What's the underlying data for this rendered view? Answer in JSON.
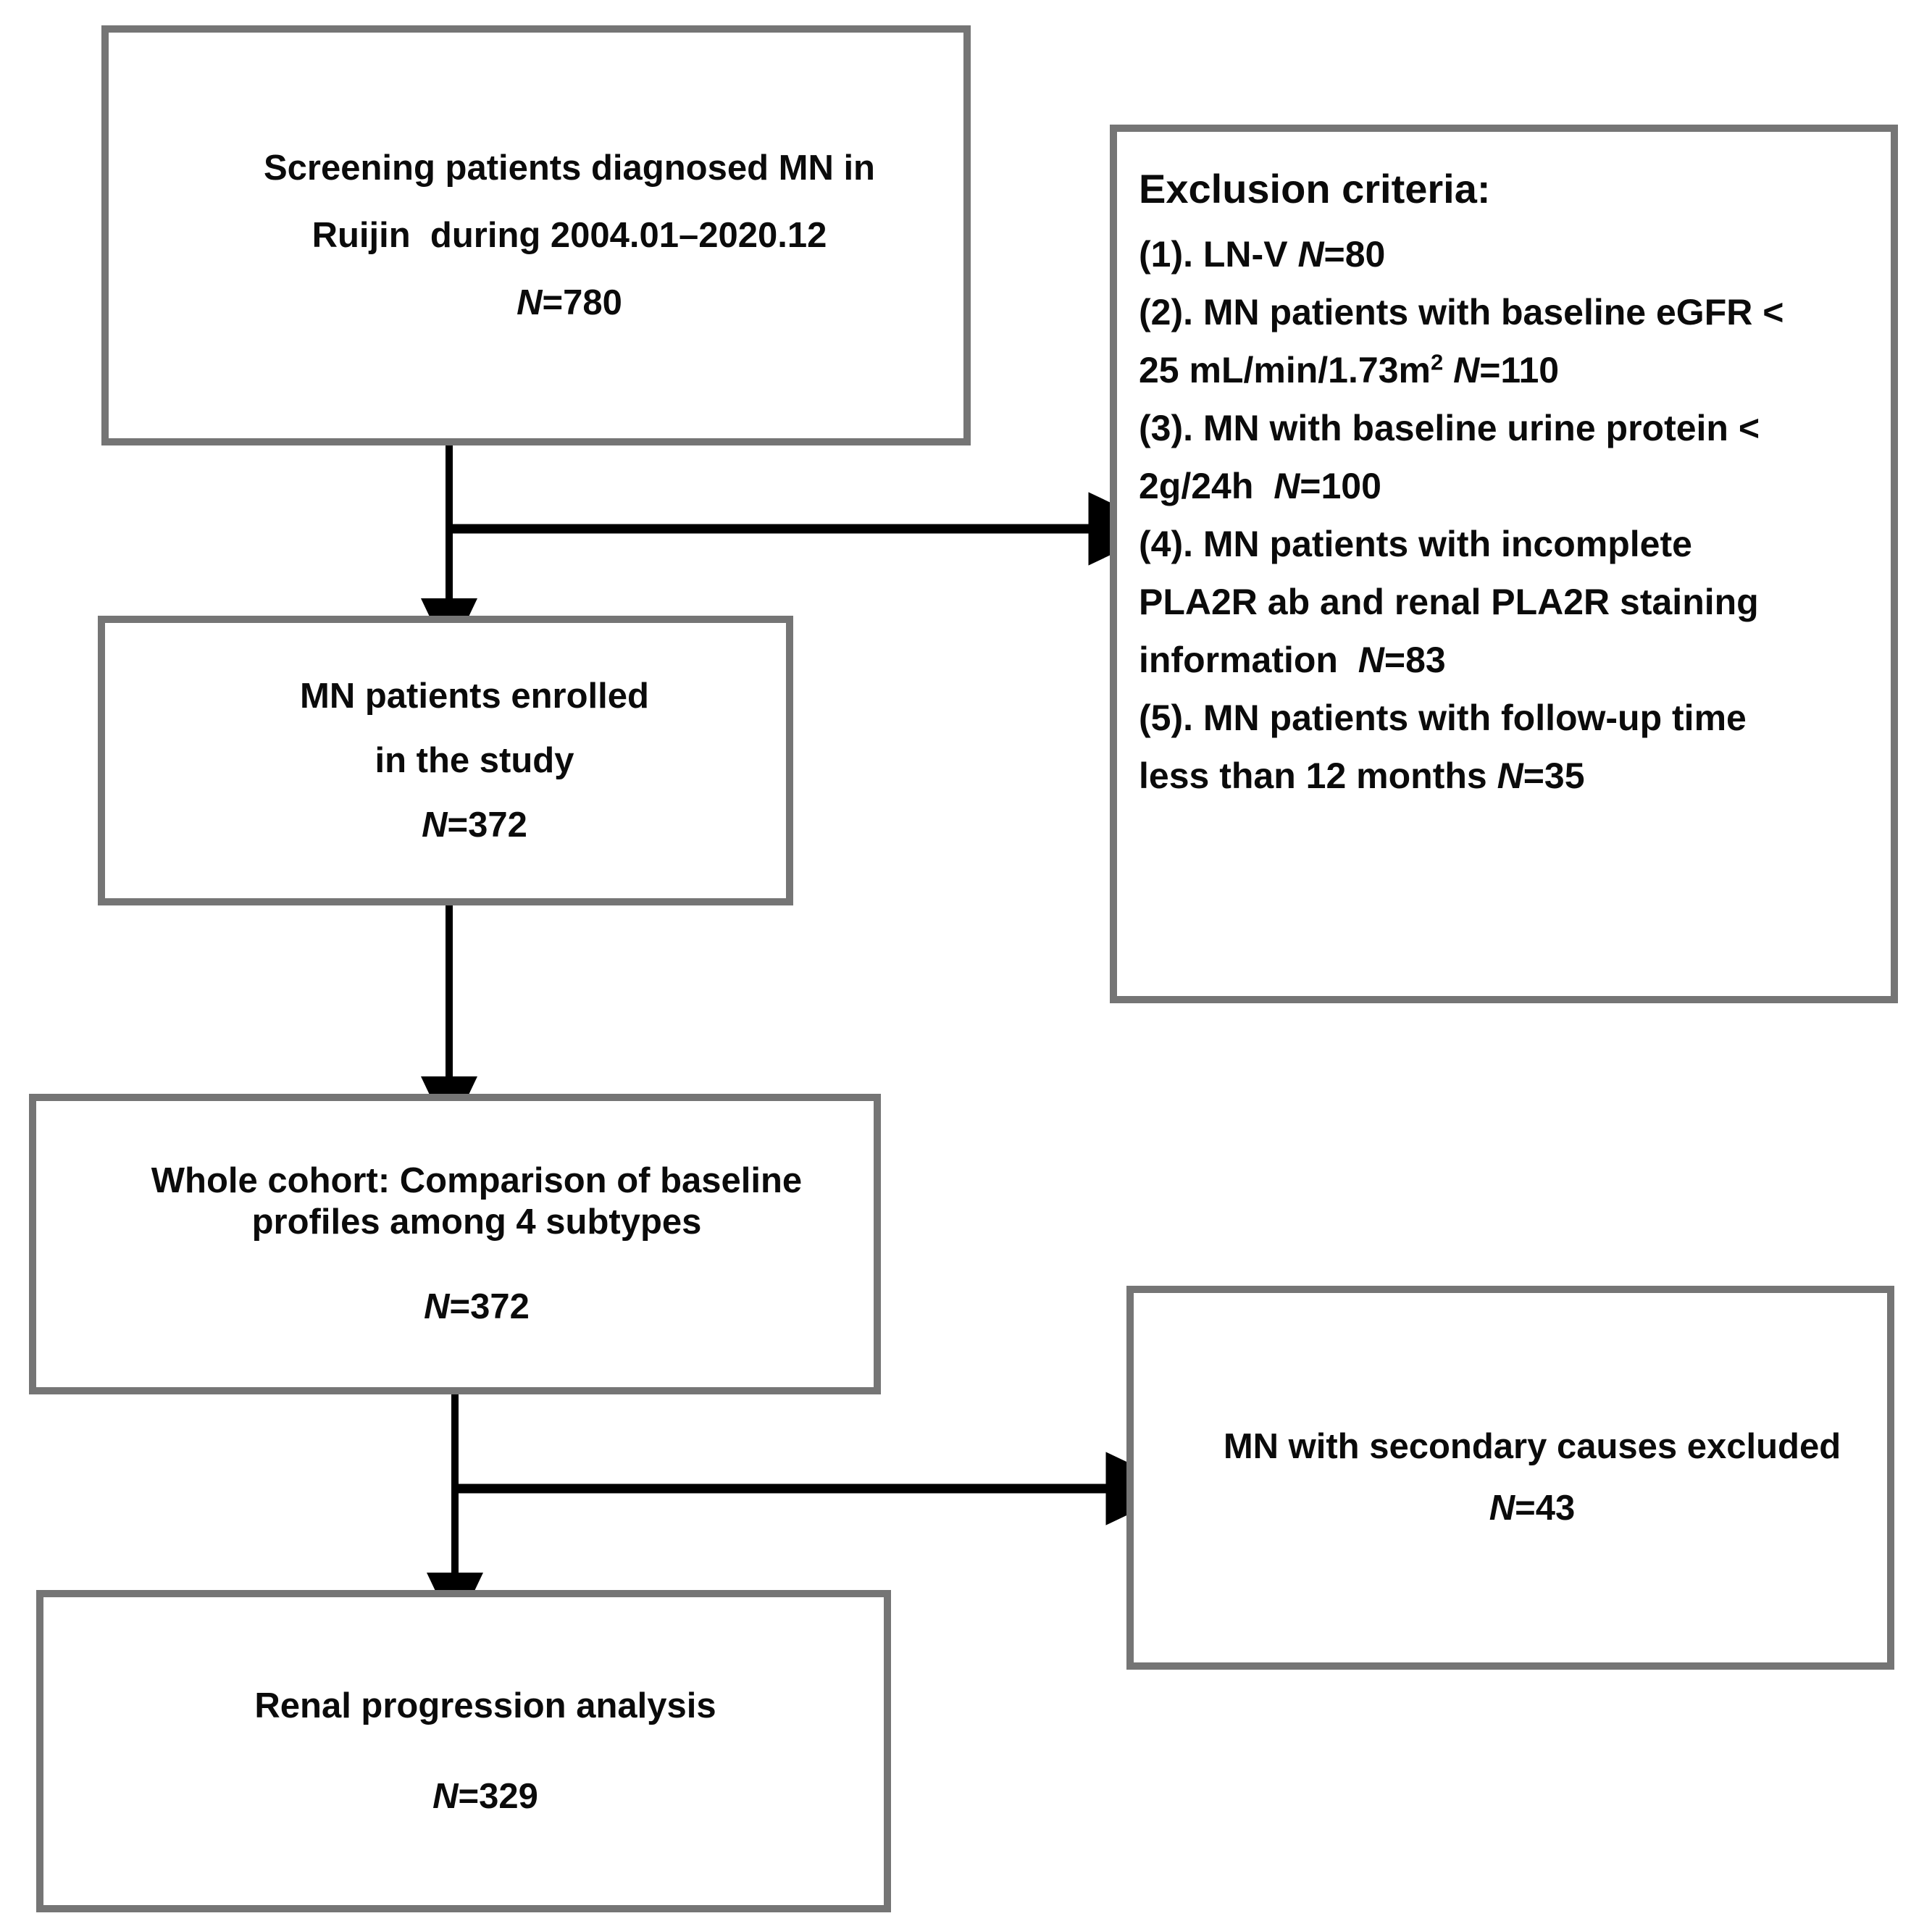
{
  "diagram": {
    "title": "Study participant flow diagram",
    "border_color": "#757575",
    "arrow_color": "#000000",
    "background": "#ffffff"
  },
  "nodes": {
    "screening": {
      "line1": "Screening patients diagnosed MN in",
      "line2": "Ruijin  during 2004.01–2020.12",
      "line3_label": "N",
      "line3_value": "=780"
    },
    "exclusion": {
      "heading": "Exclusion criteria:",
      "item1": "(1). LN-V ",
      "item1_n": "N",
      "item1_value": "=80",
      "item2_a": "(2). MN patients with baseline eGFR <",
      "item2_b_pre": "25 mL/min/1.73m",
      "item2_b_sup": "2",
      "item2_b_n": "N",
      "item2_b_value": "=110",
      "item3_a": "(3). MN with baseline urine protein <",
      "item3_b_pre": "2g/24h  ",
      "item3_b_n": "N",
      "item3_b_value": "=100",
      "item4_a": "(4). MN patients with incomplete",
      "item4_b": "PLA2R ab and renal PLA2R staining",
      "item4_c_pre": "information  ",
      "item4_c_n": "N",
      "item4_c_value": "=83",
      "item5_a": "(5). MN patients with follow-up time",
      "item5_b_pre": "less than 12 months ",
      "item5_b_n": "N",
      "item5_b_value": "=35"
    },
    "enrolled": {
      "line1": "MN patients enrolled",
      "line2": "in the study",
      "line3_label": "N",
      "line3_value": "=372"
    },
    "whole_cohort": {
      "line1": "Whole cohort: Comparison of baseline",
      "line2": "profiles among 4 subtypes",
      "line3_label": "N",
      "line3_value": "=372"
    },
    "secondary_excluded": {
      "line1": "MN with secondary causes excluded",
      "line2_label": "N",
      "line2_value": "=43"
    },
    "renal_progression": {
      "line1": "Renal progression analysis",
      "line2_label": "N",
      "line2_value": "=329"
    }
  },
  "connectors": {
    "screening_to_enrolled": "vertical-arrow-down",
    "screening_to_exclusion": "horizontal-arrow-right",
    "enrolled_to_wholecohort": "vertical-arrow-down",
    "wholecohort_to_renal": "vertical-arrow-down",
    "wholecohort_to_secondary": "horizontal-arrow-right"
  }
}
